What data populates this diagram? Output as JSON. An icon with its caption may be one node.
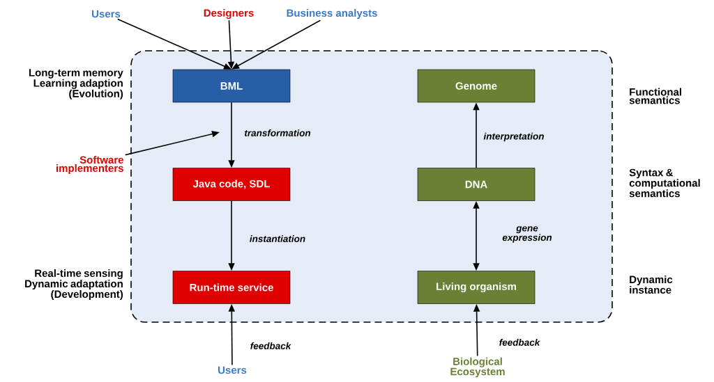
{
  "diagram": {
    "nodes": [
      {
        "text": [],
        "shape": "box"
      },
      {
        "text": [
          "BML"
        ],
        "in": 0
      },
      {
        "text": [
          "Java code, SDL"
        ],
        "in": 0
      },
      {
        "text": [
          "Run-time service"
        ],
        "in": 0
      },
      {
        "text": [
          "Genome"
        ],
        "in": 0
      },
      {
        "text": [
          "DNA"
        ],
        "in": 0
      },
      {
        "text": [
          "Living organism"
        ],
        "in": 0
      },
      {
        "text": [
          "Users"
        ]
      },
      {
        "text": [
          "Designers"
        ]
      },
      {
        "text": [
          "Business analysts"
        ]
      },
      {
        "text": [
          "Software implementers"
        ]
      },
      {
        "text": [
          "Users"
        ]
      },
      {
        "text": [
          "Biological Ecosystem"
        ]
      }
    ],
    "edges": [
      {
        "from": 7,
        "to": 1,
        "arrow": "to"
      },
      {
        "from": 8,
        "to": 1,
        "arrow": "to"
      },
      {
        "from": 9,
        "to": 1,
        "arrow": "to"
      },
      {
        "from": 1,
        "to": 2,
        "arrow": "to",
        "label": "transformation"
      },
      {
        "from": 10,
        "to": null,
        "arrow": "to"
      },
      {
        "from": 2,
        "to": 3,
        "arrow": "to",
        "label": "instantiation"
      },
      {
        "from": 5,
        "to": 4,
        "arrow": "to",
        "label": "interpretation"
      },
      {
        "from": 5,
        "to": 6,
        "arrow": "both",
        "label": "gene expression"
      },
      {
        "from": 11,
        "to": 3,
        "arrow": "to",
        "label": "feedback"
      },
      {
        "from": 12,
        "to": 6,
        "arrow": "to",
        "label": "feedback"
      }
    ],
    "labels": [
      "Long-term memory Learning adaption (Evolution)",
      "Functional semantics",
      "Syntax & computational semantics",
      "Real-time sensing Dynamic adaptation (Development)",
      "Dynamic instance"
    ]
  }
}
